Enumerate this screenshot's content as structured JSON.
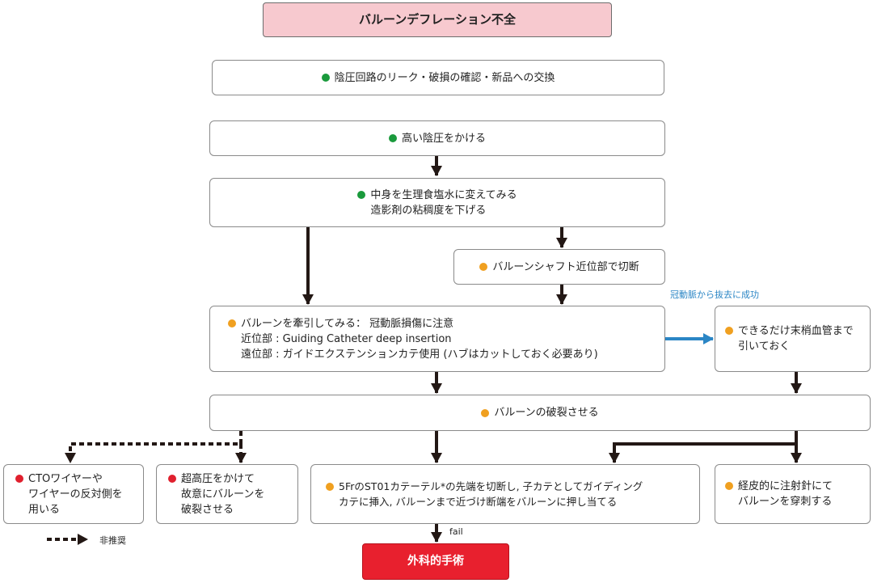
{
  "colors": {
    "green_dot": "#1a9a3c",
    "orange_dot": "#f0a020",
    "red_dot": "#e0202e",
    "title_bg": "#f7c9cf",
    "surgery_bg": "#e8202e",
    "blue_arrow": "#2b86c5",
    "black_arrow": "#231815"
  },
  "title": "バルーンデフレーション不全",
  "steps": {
    "check_leak": "陰圧回路のリーク・破損の確認・新品への交換",
    "high_negative": "高い陰圧をかける",
    "saline_line1": "中身を生理食塩水に変えてみる",
    "saline_line2": "造影剤の粘稠度を下げる",
    "cut_shaft": "バルーンシャフト近位部で切断",
    "traction_line1": "バルーンを牽引してみる： 冠動脈損傷に注意",
    "traction_line2": "近位部 : Guiding Catheter deep insertion",
    "traction_line3": "遠位部 : ガイドエクステンションカテ使用 (ハブはカットしておく必要あり)",
    "pull_line1": "できるだけ末梢血管まで",
    "pull_line2": "引いておく",
    "rupture": "バルーンの破裂させる",
    "cto_line1": "CTOワイヤーや",
    "cto_line2": "ワイヤーの反対側を",
    "cto_line3": "用いる",
    "hp_line1": "超高圧をかけて",
    "hp_line2": "故意にバルーンを",
    "hp_line3": "破裂させる",
    "st01_line1": "5FrのST01カテーテル*の先端を切断し, 子カテとしてガイディング",
    "st01_line2": "カテに挿入, バルーンまで近づけ断端をバルーンに押し当てる",
    "puncture_line1": "経皮的に注射針にて",
    "puncture_line2": "バルーンを穿刺する",
    "surgery": "外科的手術"
  },
  "labels": {
    "success": "冠動脈から抜去に成功",
    "fail": "fail",
    "not_recommended": "非推奨"
  }
}
